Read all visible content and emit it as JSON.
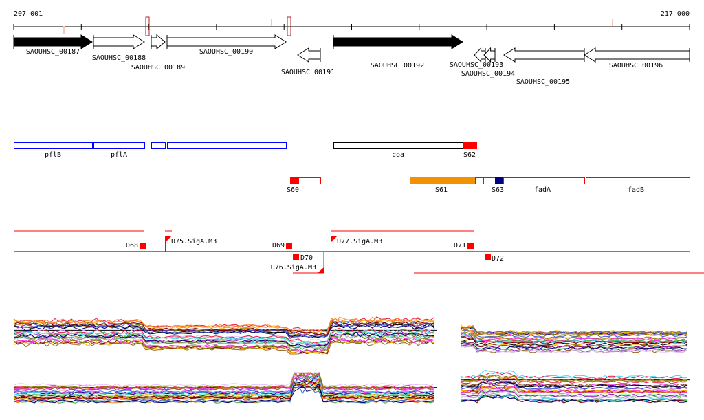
{
  "ruler": {
    "start_label": "207 001",
    "end_label": "217 000"
  },
  "genes": [
    {
      "name": "SAOUHSC_00187",
      "fill": "#000000"
    },
    {
      "name": "SAOUHSC_00188",
      "fill": "#ffffff"
    },
    {
      "name": "SAOUHSC_00189",
      "fill": "#ffffff"
    },
    {
      "name": "SAOUHSC_00190",
      "fill": "#ffffff"
    },
    {
      "name": "SAOUHSC_00191",
      "fill": "#ffffff"
    },
    {
      "name": "SAOUHSC_00192",
      "fill": "#000000"
    },
    {
      "name": "SAOUHSC_00193",
      "fill": "#ffffff"
    },
    {
      "name": "SAOUHSC_00194",
      "fill": "#ffffff"
    },
    {
      "name": "SAOUHSC_00195",
      "fill": "#ffffff"
    },
    {
      "name": "SAOUHSC_00196",
      "fill": "#ffffff"
    }
  ],
  "operons": [
    {
      "label": "pflB"
    },
    {
      "label": "pflA"
    },
    {
      "label": ""
    },
    {
      "label": ""
    },
    {
      "label": "coa"
    },
    {
      "label": "S62"
    }
  ],
  "segments": [
    {
      "label": "S60"
    },
    {
      "label": "S61"
    },
    {
      "label": "S63"
    },
    {
      "label": "fadA"
    },
    {
      "label": "fadB"
    }
  ],
  "features": [
    {
      "label": "D68"
    },
    {
      "label": "U75.SigA.M3"
    },
    {
      "label": "D69"
    },
    {
      "label": "D70"
    },
    {
      "label": "U76.SigA.M3"
    },
    {
      "label": "U77.SigA.M3"
    },
    {
      "label": "D71"
    },
    {
      "label": "D72"
    }
  ],
  "colors": {
    "blue": "#0000ff",
    "red": "#ff0000",
    "orange": "#f39200",
    "navy": "#000080",
    "darkred": "#b22222"
  }
}
